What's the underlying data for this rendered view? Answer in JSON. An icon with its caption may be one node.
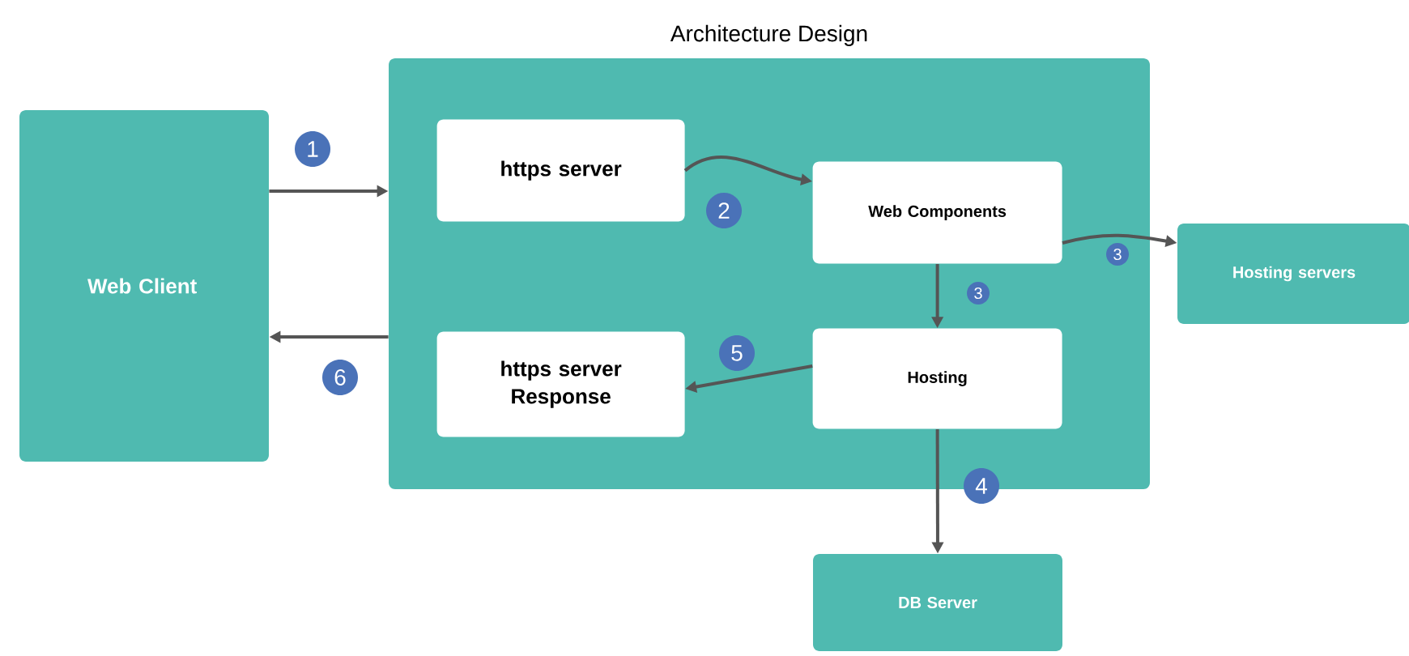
{
  "diagram": {
    "nodes": [
      {
        "text": [
          "Web Client"
        ]
      },
      {
        "text": [
          "Architecture Design"
        ]
      },
      {
        "text": [
          "https server"
        ],
        "in": 1
      },
      {
        "text": [
          "Web Components"
        ],
        "in": 1
      },
      {
        "text": [
          "Hosting servers"
        ]
      },
      {
        "text": [
          "Hosting"
        ],
        "in": 1
      },
      {
        "text": [
          "https server Response"
        ],
        "in": 1
      },
      {
        "text": [
          "DB Server"
        ]
      }
    ],
    "edges": [
      {
        "from": 0,
        "to": 1,
        "arrow": "to",
        "label": "1"
      },
      {
        "from": 2,
        "to": 3,
        "arrow": "to",
        "label": "2"
      },
      {
        "from": 3,
        "to": 4,
        "arrow": "to",
        "label": "3"
      },
      {
        "from": 3,
        "to": 5,
        "arrow": "to",
        "label": "3"
      },
      {
        "from": 5,
        "to": 6,
        "arrow": "to",
        "label": "5"
      },
      {
        "from": 5,
        "to": 7,
        "arrow": "to",
        "label": "4"
      },
      {
        "from": 1,
        "to": 0,
        "arrow": "to",
        "label": "6"
      }
    ]
  }
}
